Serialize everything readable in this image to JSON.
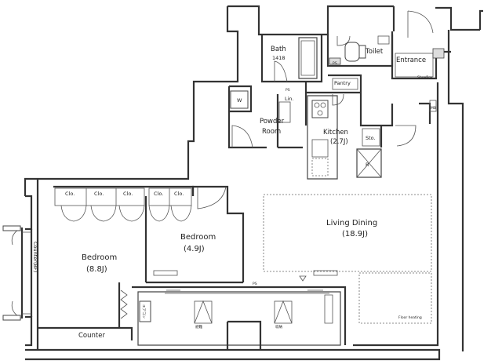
{
  "rooms": {
    "bath": {
      "name": "Bath",
      "size": "1418"
    },
    "toilet": {
      "name": "Toilet"
    },
    "entrance": {
      "name": "Entrance"
    },
    "shoebox": {
      "name": "ShoeBox"
    },
    "pantry": {
      "name": "Pantry"
    },
    "powder_room": {
      "line1": "Powder",
      "line2": "Room"
    },
    "kitchen": {
      "name": "Kitchen",
      "size": "(2.7J)"
    },
    "sto": {
      "name": "Sto."
    },
    "living_dining": {
      "name": "Living Dining",
      "size": "(18.9J)"
    },
    "bedroom_left": {
      "name": "Bedroom",
      "size": "(8.8J)"
    },
    "bedroom_mid": {
      "name": "Bedroom",
      "size": "(4.9J)"
    },
    "counter_bottom": {
      "name": "Counter"
    },
    "counter_side": {
      "name": "Counter(BF)"
    },
    "floor_heating": {
      "name": "Floor heating"
    }
  },
  "fixtures": {
    "closets": [
      "Clo.",
      "Clo.",
      "Clo.",
      "Clo.",
      "Clo."
    ],
    "linen": "Lin.",
    "washer": "W",
    "refrigerator": "R",
    "ps_labels": [
      "PS",
      "PS",
      "PS"
    ],
    "mb": "MB",
    "unit_left": "避難",
    "unit_right": "収納",
    "side_unit": "エアコン"
  }
}
